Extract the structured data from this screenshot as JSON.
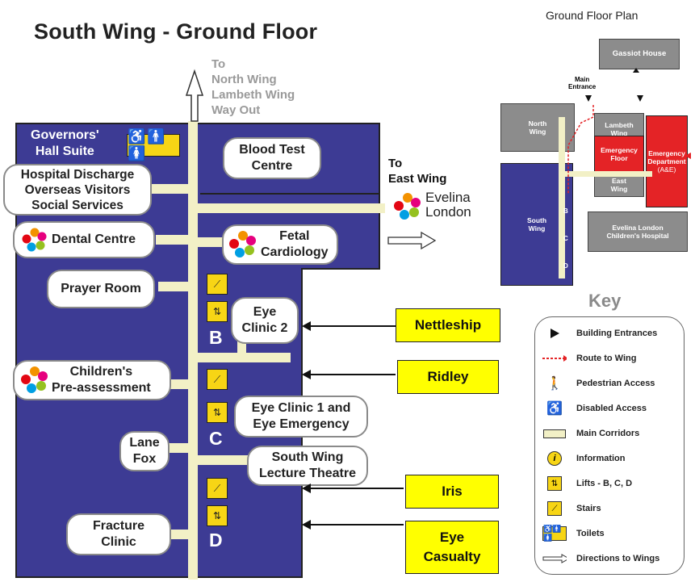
{
  "title": "South Wing - Ground Floor",
  "to_north": [
    "To",
    "North Wing",
    "Lambeth Wing",
    "Way Out"
  ],
  "to_east": [
    "To",
    "East Wing"
  ],
  "evelina": [
    "Evelina",
    "London"
  ],
  "governors": {
    "line1": "Governors'",
    "line2": "Hall Suite"
  },
  "rooms": {
    "blood_test": [
      "Blood Test",
      "Centre"
    ],
    "discharge": [
      "Hospital Discharge",
      "Overseas Visitors",
      "Social Services"
    ],
    "dental": "Dental Centre",
    "fetal": [
      "Fetal",
      "Cardiology"
    ],
    "prayer": "Prayer Room",
    "eye_clinic_2": [
      "Eye",
      "Clinic 2"
    ],
    "children": [
      "Children's",
      "Pre-assessment"
    ],
    "eye_clinic_1": [
      "Eye Clinic 1 and",
      "Eye Emergency"
    ],
    "lane_fox": [
      "Lane",
      "Fox"
    ],
    "lecture": [
      "South Wing",
      "Lecture Theatre"
    ],
    "fracture": [
      "Fracture",
      "Clinic"
    ]
  },
  "lifts": [
    "B",
    "C",
    "D"
  ],
  "wards": {
    "nettleship": "Nettleship",
    "ridley": "Ridley",
    "iris": "Iris",
    "eye_casualty": [
      "Eye",
      "Casualty"
    ]
  },
  "plan": {
    "title": "Ground Floor Plan",
    "gassiot": "Gassiot House",
    "main_entrance": [
      "Main",
      "Entrance"
    ],
    "north_wing": [
      "North",
      "Wing"
    ],
    "lambeth_wing": [
      "Lambeth",
      "Wing"
    ],
    "emergency_floor": [
      "Emergency",
      "Floor"
    ],
    "emergency_dept": [
      "Emergency",
      "Department",
      "(A&E)"
    ],
    "east_wing": [
      "East",
      "Wing"
    ],
    "south_wing": [
      "South",
      "Wing"
    ],
    "evelina_hosp": [
      "Evelina London",
      "Children's Hospital"
    ],
    "lifts": [
      "B",
      "C",
      "D"
    ]
  },
  "key": {
    "title": "Key",
    "items": [
      "Building Entrances",
      "Route to Wing",
      "Pedestrian Access",
      "Disabled Access",
      "Main Corridors",
      "Information",
      "Lifts - B, C, D",
      "Stairs",
      "Toilets",
      "Directions to Wings"
    ]
  },
  "colors": {
    "wing": "#3d3b94",
    "corridor": "#f2f0c6",
    "ward_highlight": "#ffff00",
    "emergency": "#e42326",
    "plan_grey": "#8c8c8c"
  }
}
